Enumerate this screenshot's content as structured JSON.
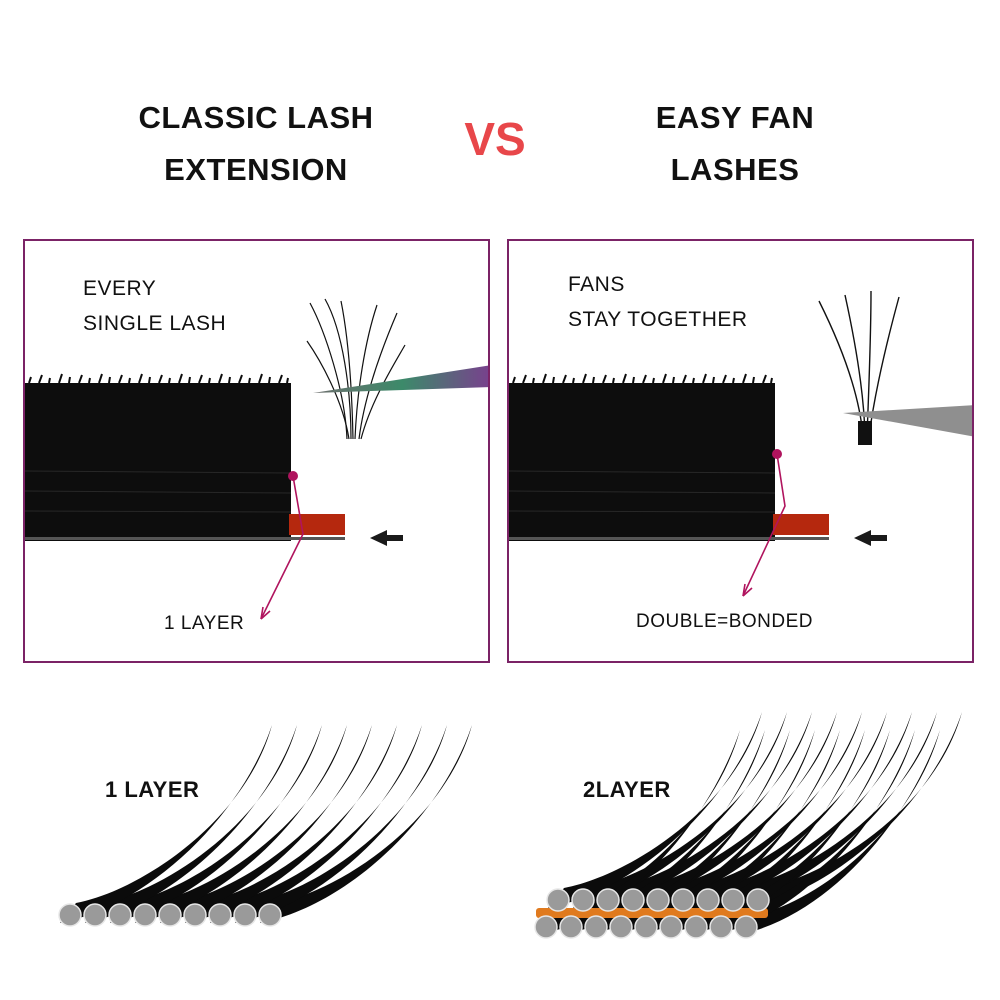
{
  "header": {
    "left_title_line1": "CLASSIC LASH",
    "left_title_line2": "EXTENSION",
    "vs": "VS",
    "right_title_line1": "EASY FAN",
    "right_title_line2": "LASHES"
  },
  "panels": {
    "left": {
      "title_line1": "EVERY",
      "title_line2": "SINGLE LASH",
      "caption": "1 LAYER"
    },
    "right": {
      "title_line1": "FANS",
      "title_line2": "STAY TOGETHER",
      "caption": "DOUBLE=BONDED"
    }
  },
  "diagrams": {
    "left_label": "1 LAYER",
    "right_label": "2LAYER"
  },
  "colors": {
    "accent": "#e8474a",
    "frame": "#7b2366",
    "pointer": "#b0145e",
    "strip": "#b5280e",
    "fiber_end": "#9a9a9a",
    "bond": "#e07a1e"
  }
}
